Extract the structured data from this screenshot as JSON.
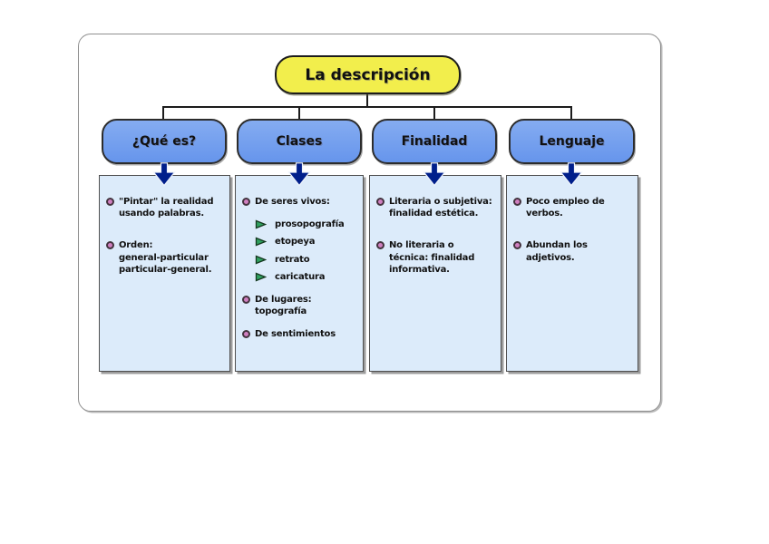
{
  "root": {
    "title": "La descripción"
  },
  "branches": [
    {
      "label": "¿Qué es?",
      "items": [
        {
          "type": "bullet",
          "text": "\"Pintar\" la realidad\nusando palabras."
        },
        {
          "type": "bullet",
          "text": "Orden:\ngeneral-particular\nparticular-general."
        }
      ]
    },
    {
      "label": "Clases",
      "items": [
        {
          "type": "bullet",
          "text": "De seres vivos:"
        },
        {
          "type": "flag",
          "text": "prosopografía"
        },
        {
          "type": "flag",
          "text": "etopeya"
        },
        {
          "type": "flag",
          "text": "retrato"
        },
        {
          "type": "flag",
          "text": "caricatura"
        },
        {
          "type": "bullet",
          "text": "De lugares:\ntopografía"
        },
        {
          "type": "bullet",
          "text": "De sentimientos"
        }
      ]
    },
    {
      "label": "Finalidad",
      "items": [
        {
          "type": "bullet",
          "text": "Literaria o subjetiva:\nfinalidad estética."
        },
        {
          "type": "bullet",
          "text": "No literaria o\ntécnica: finalidad\ninformativa."
        }
      ]
    },
    {
      "label": "Lenguaje",
      "items": [
        {
          "type": "bullet",
          "text": "Poco empleo de\nverbos."
        },
        {
          "type": "bullet",
          "text": "Abundan los\nadjetivos."
        }
      ]
    }
  ],
  "colors": {
    "root_fill": "#f2ee4c",
    "branch_fill": "#6e9bee",
    "panel_fill": "#dcebfa",
    "arrow": "#001f8b",
    "connector_line": "#1c1c1c",
    "bullet_dot": "#d07fc0",
    "flag_triangle": "#2fa05f",
    "frame_border": "#8f8f8f"
  }
}
